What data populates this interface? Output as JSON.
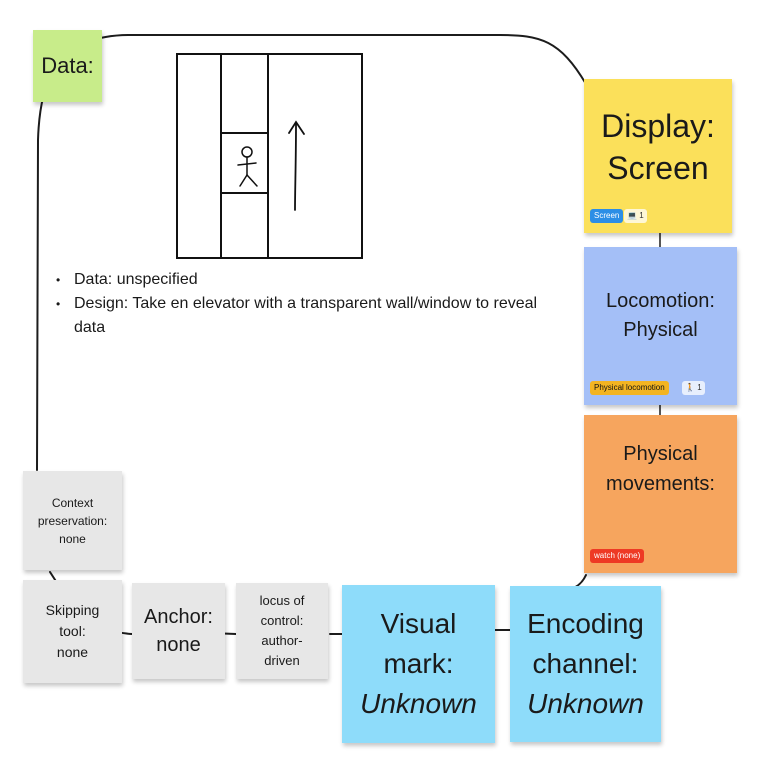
{
  "notes": {
    "data": "Data:",
    "display": "Display:\nScreen",
    "locomotion": "Locomotion:\nPhysical",
    "physical_movements": "Physical\nmovements:",
    "context_preservation": "Context\npreservation:\nnone",
    "skipping_tool": "Skipping\ntool:\nnone",
    "anchor": "Anchor:\nnone",
    "locus_of_control": "locus of\ncontrol:\nauthor-\ndriven",
    "visual_mark_label": "Visual\nmark:",
    "visual_mark_value": "Unknown",
    "encoding_channel_label": "Encoding\nchannel:",
    "encoding_channel_value": "Unknown"
  },
  "tags": {
    "screen": "Screen",
    "screen_count": "1",
    "physical_locomotion": "Physical locomotion",
    "physical_locomotion_count": "1",
    "watch": "watch (none)"
  },
  "bullets": [
    "Data: unspecified",
    "Design: Take en elevator with a transparent wall/window to reveal data"
  ],
  "colors": {
    "data_note": "#c8ec8a",
    "display_note": "#fbe05a",
    "locomotion_note": "#a4bff7",
    "movements_note": "#f6a55e",
    "grey_note": "#e7e7e7",
    "cyan_note": "#8edcfa",
    "screen_tag": "#2c8ee6",
    "locomotion_tag": "#f3b421",
    "watch_tag": "#ee3a24"
  }
}
